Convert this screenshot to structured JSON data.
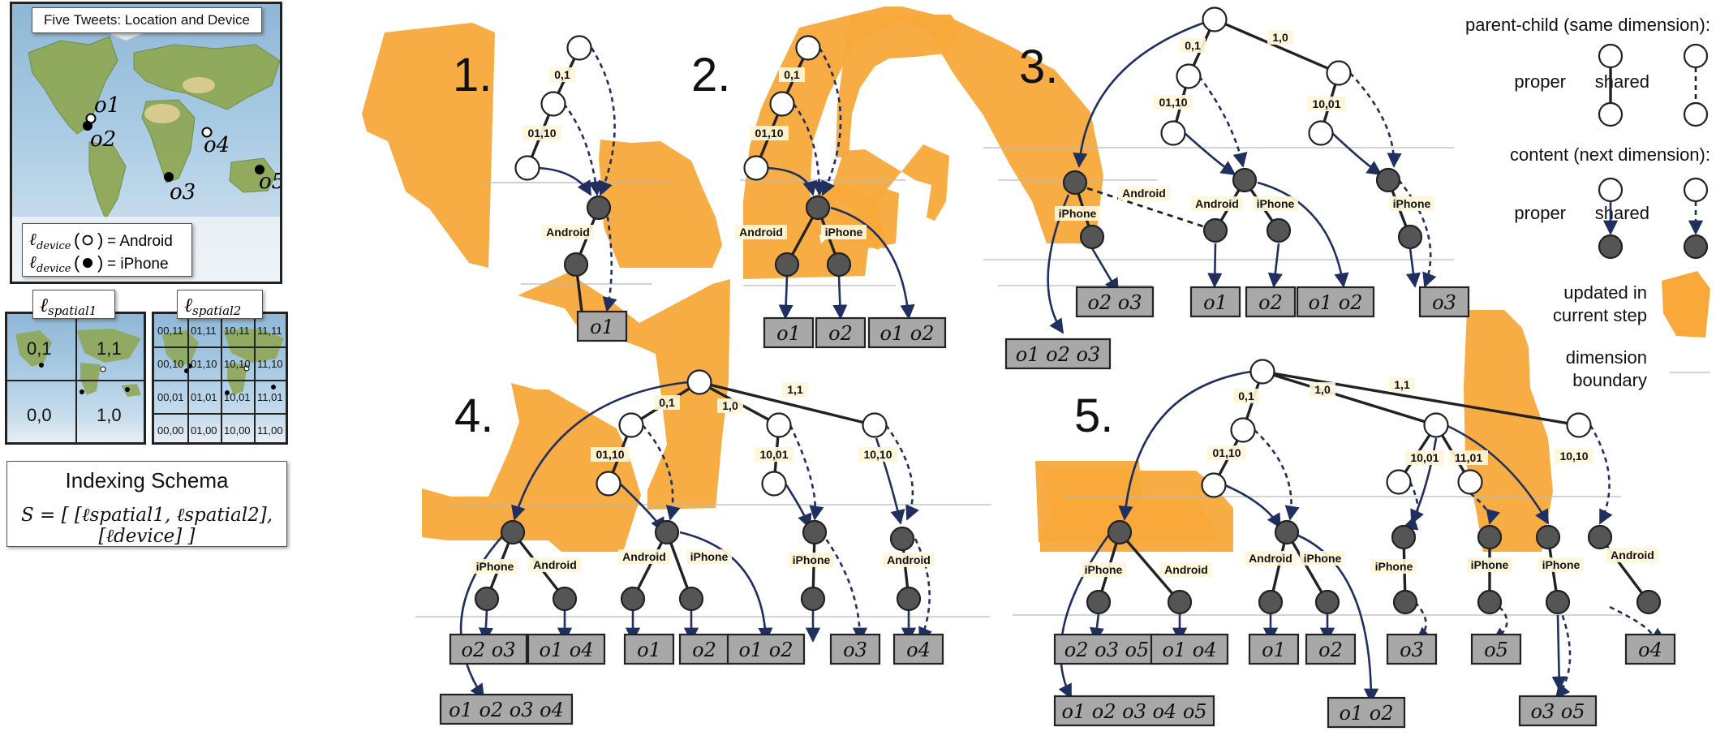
{
  "left": {
    "map_title": "Five Tweets: Location and Device",
    "points": [
      "o1",
      "o2",
      "o3",
      "o4",
      "o5"
    ],
    "legend": {
      "android_label": "= Android",
      "iphone_label": "= iPhone",
      "device_symbol": "ℓ",
      "device_sub": "device"
    },
    "spatial1": {
      "title_symbol": "ℓ",
      "title_sub": "spatial1",
      "cells": [
        "0,1",
        "1,1",
        "0,0",
        "1,0"
      ]
    },
    "spatial2": {
      "title_symbol": "ℓ",
      "title_sub": "spatial2",
      "cells": [
        "00,11",
        "01,11",
        "10,11",
        "11,11",
        "00,10",
        "01,10",
        "10,10",
        "11,10",
        "00,01",
        "01,01",
        "10,01",
        "11,01",
        "00,00",
        "01,00",
        "10,00",
        "11,00"
      ]
    },
    "schema": {
      "title": "Indexing Schema",
      "formula": "S = [ [ℓspatial1, ℓspatial2], [ℓdevice] ]"
    }
  },
  "steps": [
    "1.",
    "2.",
    "3.",
    "4.",
    "5."
  ],
  "edge_labels": {
    "e01": "0,1",
    "e10": "1,0",
    "e11": "1,1",
    "e0110": "01,10",
    "e1001": "10,01",
    "e1010": "10,10",
    "e1101": "11,01",
    "android": "Android",
    "iphone": "iPhone"
  },
  "leaf_sets": {
    "o1": "o1",
    "o2": "o2",
    "o3": "o3",
    "o4": "o4",
    "o5": "o5",
    "o1o2": "o1 o2",
    "o2o3": "o2 o3",
    "o1o4": "o1 o4",
    "o3o5": "o3 o5",
    "o1o2o3": "o1 o2 o3",
    "o2o3o5": "o2 o3 o5",
    "o1o2o3o4": "o1 o2 o3 o4",
    "o1o2o3o4o5": "o1 o2 o3 o4 o5"
  },
  "legend": {
    "parent_child": "parent-child (same dimension):",
    "proper": "proper",
    "shared": "shared",
    "content": "content (next dimension):",
    "updated_line1": "updated in",
    "updated_line2": "current step",
    "dim_line1": "dimension",
    "dim_line2": "boundary"
  },
  "colors": {
    "orange": "#f8a93a",
    "content_edge": "#1f2f5f",
    "node_dark": "#555555",
    "leaf_box": "#a8a8a8"
  }
}
